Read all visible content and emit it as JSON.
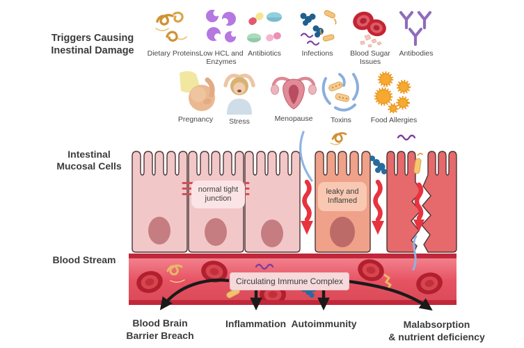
{
  "title": "Triggers Causing\nInestinal Damage",
  "triggers_row1": [
    {
      "icon": "protein-ribbons-icon",
      "label": "Dietary Proteins"
    },
    {
      "icon": "enzyme-blobs-icon",
      "label": "Low HCL and\nEnzymes"
    },
    {
      "icon": "pills-icon",
      "label": "Antibiotics"
    },
    {
      "icon": "bacteria-icon",
      "label": "Infections"
    },
    {
      "icon": "blood-cells-sugar-icon",
      "label": "Blood Sugar\nIssues"
    },
    {
      "icon": "antibody-y-icon",
      "label": "Antibodies"
    }
  ],
  "triggers_row2": [
    {
      "icon": "pregnant-woman-icon",
      "label": "Pregnancy"
    },
    {
      "icon": "stressed-person-icon",
      "label": "Stress"
    },
    {
      "icon": "uterus-icon",
      "label": "Menopause"
    },
    {
      "icon": "toxin-swirls-icon",
      "label": "Toxins"
    },
    {
      "icon": "pollen-allergen-icon",
      "label": "Food Allergies"
    }
  ],
  "sections": {
    "mucosa_label": "Intestinal\nMucosal Cells",
    "blood_label": "Blood Stream",
    "normal_junction": "normal tight\njunction",
    "leaky": "leaky and\nInflamed",
    "immune_complex": "Circulating Immune Complex"
  },
  "outcomes": [
    {
      "label": "Blood Brain\nBarrier Breach"
    },
    {
      "label": "Inflammation"
    },
    {
      "label": "Autoimmunity"
    },
    {
      "label": "Malabsorption\n& nutrient deficiency"
    }
  ],
  "colors": {
    "normal_cell": "#f2c7c8",
    "leaky_cell": "#f0a189",
    "damaged_cell": "#e6696b",
    "nucleus": "#c57d82",
    "blood_border": "#c0273a",
    "blood_fill": "#e65262",
    "red_arrow": "#e8333f",
    "black_arrow": "#1a1a1a",
    "antibody_purple": "#8f6cba",
    "infection_blue": "#1f5f8f",
    "gold_protein": "#cf9133",
    "allergy_orange": "#f5a930",
    "toxin_blue": "#8fb4e3"
  }
}
